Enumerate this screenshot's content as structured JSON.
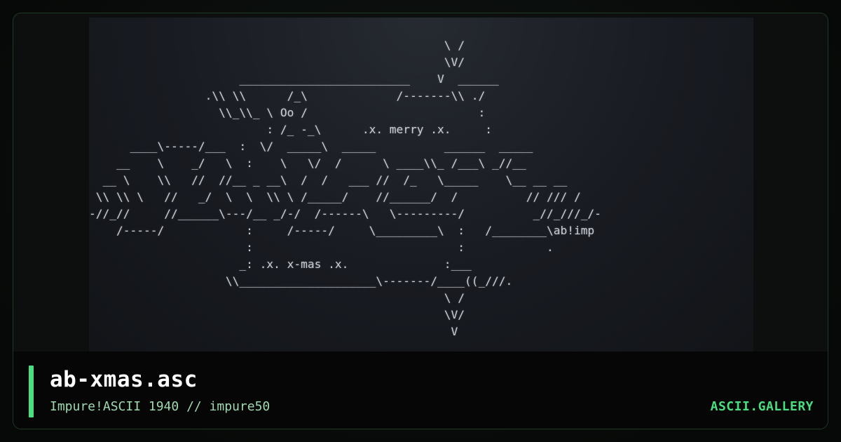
{
  "artwork": {
    "ascii_lines": [
      "                                                    \\ /",
      "                                                    \\V/",
      "                      _________________________    V  ______",
      "                 .\\\\ \\\\      /_\\             /-------\\\\ ./",
      "                   \\\\_\\\\_ \\ Oo /                         :",
      "                          : /_ -_\\      .x. merry .x.     :",
      "      ____\\-----/___  :  \\/  _____\\  _____          ______  _____",
      "    __    \\    _/   \\  :    \\   \\/  /      \\ ____\\\\_ /___\\ _//__",
      "  __ \\    \\\\   //  //__ _ __\\  /  /   ___ //  /_   \\_____    \\__ __ __",
      " \\\\ \\\\ \\   //   _/  \\  \\  \\\\ \\ /_____/    //______/  /          // /// /",
      "-//_//     //______\\---/__ _/-/  /------\\   \\---------/          _//_///_/-",
      "    /-----/            :     /-----/     \\_________\\  :   /________\\ab!imp",
      "                       :                              :            .",
      "                      _: .x. x-mas .x.              :___",
      "                    \\\\____________________\\-------/____((_///.",
      "                                                    \\ /",
      "                                                    \\V/",
      "                                                     V"
    ]
  },
  "footer": {
    "title": "ab-xmas.asc",
    "subtitle": "Impure!ASCII 1940 // impure50",
    "brand": "ASCII.GALLERY"
  },
  "colors": {
    "accent": "#4ade80",
    "title": "#ffffff",
    "subtitle": "#9fd9b0",
    "art_text": "#c9ccd2"
  }
}
